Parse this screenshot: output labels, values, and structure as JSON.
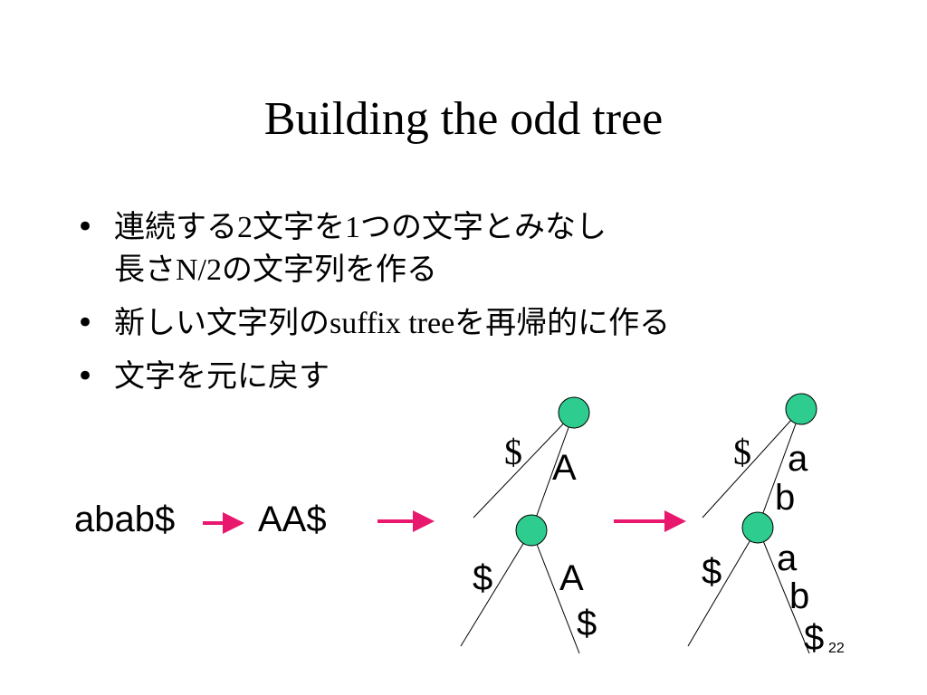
{
  "title": "Building the odd tree",
  "bullets": [
    {
      "line1_a": "連続する",
      "line1_b": "2",
      "line1_c": "文字を",
      "line1_d": "1",
      "line1_e": "つの文字とみなし",
      "line2_a": "長さ",
      "line2_b": "N/2",
      "line2_c": "の文字列を作る"
    },
    {
      "a": "新しい文字列の",
      "b": "suffix tree",
      "c": "を再帰的に作る"
    },
    {
      "a": "文字を元に戻す"
    }
  ],
  "sequence": {
    "original": "abab$",
    "paired": "AA$"
  },
  "tree1": {
    "root_left_edge": "$",
    "root_right_edge": "A",
    "child_left_edge": "$",
    "child_right_edge_1": "A",
    "child_right_edge_2": "$"
  },
  "tree2": {
    "root_left_edge": "$",
    "root_right_edge_1": "a",
    "root_right_edge_2": "b",
    "child_left_edge": "$",
    "child_right_edge_1": "a",
    "child_right_edge_2": "b",
    "child_right_edge_3": "$"
  },
  "slide_number": "22",
  "colors": {
    "node_fill": "#2ecc8e",
    "arrow": "#e8186e"
  }
}
